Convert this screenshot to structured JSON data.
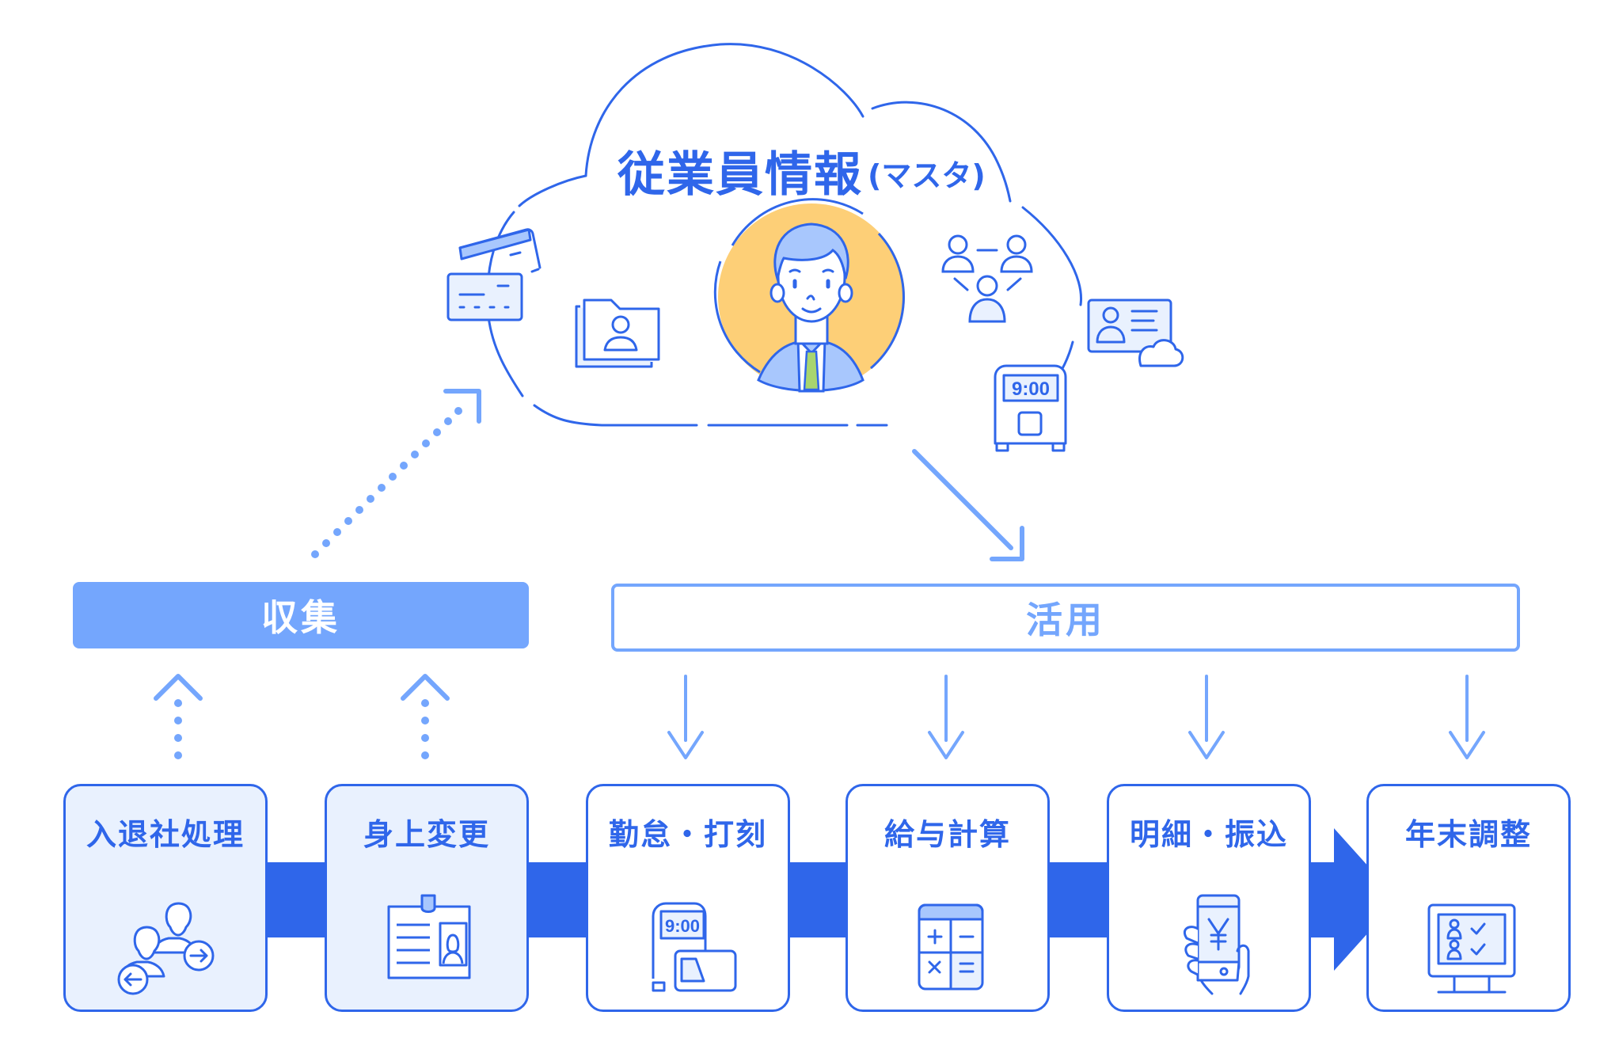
{
  "master": {
    "title": "従業員情報",
    "subtitle": "(マスタ)"
  },
  "phases": {
    "collect": "収集",
    "use": "活用"
  },
  "steps": [
    {
      "label": "入退社処理",
      "icon": "employee-transfer-icon",
      "phase": "collect"
    },
    {
      "label": "身上変更",
      "icon": "id-badge-icon",
      "phase": "collect"
    },
    {
      "label": "勤怠・打刻",
      "icon": "time-clock-icon",
      "phase": "use"
    },
    {
      "label": "給与計算",
      "icon": "calculator-icon",
      "phase": "use"
    },
    {
      "label": "明細・振込",
      "icon": "smartphone-yen-icon",
      "phase": "use"
    },
    {
      "label": "年末調整",
      "icon": "monitor-checklist-icon",
      "phase": "use"
    }
  ],
  "clock_display": "9:00",
  "cloud_icons": [
    "credit-card-icon",
    "person-folder-icon",
    "employee-avatar-icon",
    "org-network-icon",
    "id-card-cloud-icon",
    "time-clock-icon"
  ],
  "colors": {
    "primary": "#2f66ea",
    "light": "#74a6fd",
    "fill": "#e9f1fe",
    "avatar_bg": "#fdcf77",
    "tie": "#a8d56f"
  }
}
